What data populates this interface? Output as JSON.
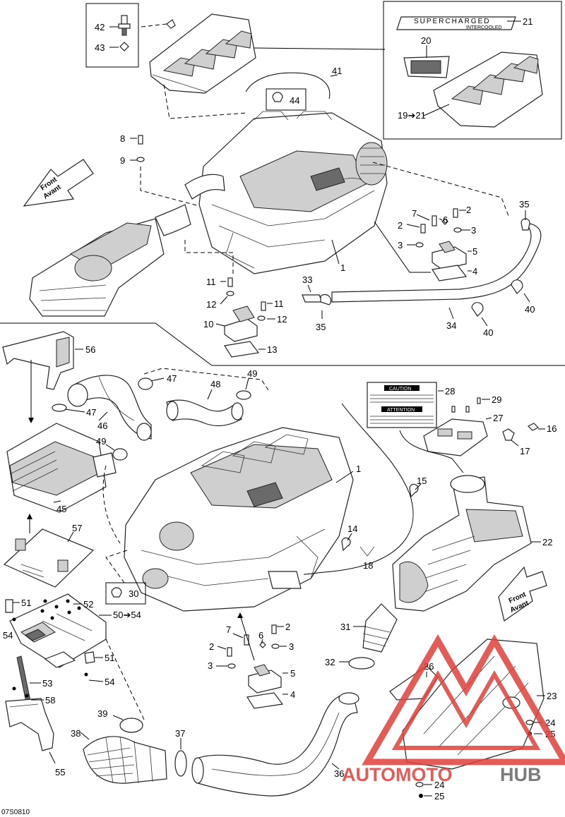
{
  "diagram_code": "07S0810",
  "watermark": {
    "brand_prefix": "AUTOMOTO",
    "brand_suffix": "HUB",
    "color_red": "#e0403a",
    "color_gray": "#666666"
  },
  "front_arrows": [
    {
      "line1": "Front",
      "line2": "Avant"
    },
    {
      "line1": "Front",
      "line2": "Avant"
    }
  ],
  "decals": {
    "supercharged_line1": "SUPERCHARGED",
    "supercharged_line2": "INTERCOOLED",
    "caution_title": "CAUTION",
    "attention_title": "ATTENTION"
  },
  "callouts": {
    "c42": "42",
    "c43": "43",
    "c41": "41",
    "c44": "44",
    "c21": "21",
    "c20": "20",
    "c19to21": "19➔21",
    "c8": "8",
    "c9": "9",
    "c35a": "35",
    "c7a": "7",
    "c6a": "6",
    "c2a": "2",
    "c2b": "2",
    "c3a": "3",
    "c3b": "3",
    "c5a": "5",
    "c4a": "4",
    "c1a": "1",
    "c33": "33",
    "c11a": "11",
    "c11b": "11",
    "c12a": "12",
    "c12b": "12",
    "c10": "10",
    "c13": "13",
    "c35b": "35",
    "c34": "34",
    "c40a": "40",
    "c40b": "40",
    "c56": "56",
    "c47a": "47",
    "c47b": "47",
    "c48": "48",
    "c49a": "49",
    "c49b": "49",
    "c46": "46",
    "c45": "45",
    "c1b": "1",
    "c28": "28",
    "c29": "29",
    "c27": "27",
    "c16": "16",
    "c17": "17",
    "c15": "15",
    "c14": "14",
    "c18": "18",
    "c22": "22",
    "c57": "57",
    "c30": "30",
    "c51a": "51",
    "c52": "52",
    "c50to54": "50➔54",
    "c54a": "54",
    "c51b": "51",
    "c54b": "54",
    "c53": "53",
    "c58": "58",
    "c55": "55",
    "c7b": "7",
    "c6b": "6",
    "c2c": "2",
    "c2d": "2",
    "c3c": "3",
    "c3d": "3",
    "c5b": "5",
    "c4b": "4",
    "c31": "31",
    "c32": "32",
    "c26": "26",
    "c23": "23",
    "c24a": "24",
    "c25a": "25",
    "c39": "39",
    "c38": "38",
    "c37": "37",
    "c36": "36",
    "c24b": "24",
    "c25b": "25"
  }
}
